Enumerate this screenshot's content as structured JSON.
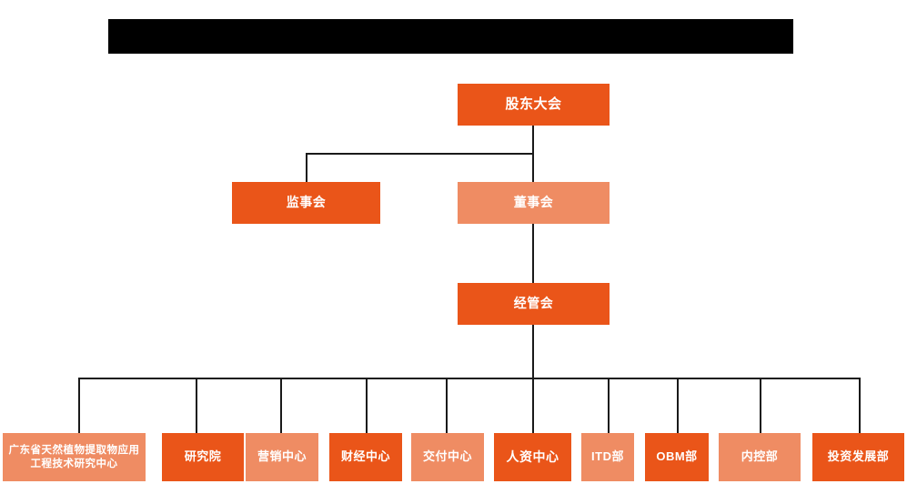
{
  "document": {
    "type": "organization-chart",
    "redacted_title_bar": {
      "label": "",
      "color": "#000000"
    },
    "colors": {
      "primary": "#EA5519",
      "secondary": "#EF8C63",
      "connector": "#1a1a1a",
      "background": "#ffffff",
      "text": "#ffffff"
    }
  },
  "levels": {
    "level1": [
      {
        "id": "shareholders",
        "label": "股东大会",
        "style": "primary"
      }
    ],
    "level2": [
      {
        "id": "supervisors",
        "label": "监事会",
        "style": "primary"
      },
      {
        "id": "directors",
        "label": "董事会",
        "style": "secondary"
      }
    ],
    "level3": [
      {
        "id": "management",
        "label": "经管会",
        "style": "primary"
      }
    ],
    "level4": [
      {
        "id": "research-center",
        "label": "广东省天然植物提取物应用工程技术研究中心",
        "style": "secondary"
      },
      {
        "id": "research-institute",
        "label": "研究院",
        "style": "primary"
      },
      {
        "id": "marketing-center",
        "label": "营销中心",
        "style": "secondary"
      },
      {
        "id": "finance-center",
        "label": "财经中心",
        "style": "primary"
      },
      {
        "id": "delivery-center",
        "label": "交付中心",
        "style": "secondary"
      },
      {
        "id": "hr-center",
        "label": "人资中心",
        "style": "primary"
      },
      {
        "id": "itd-dept",
        "label": "ITD部",
        "style": "secondary"
      },
      {
        "id": "obm-dept",
        "label": "OBM部",
        "style": "primary"
      },
      {
        "id": "internal-control-dept",
        "label": "内控部",
        "style": "secondary"
      },
      {
        "id": "investment-development-dept",
        "label": "投资发展部",
        "style": "primary"
      }
    ]
  }
}
